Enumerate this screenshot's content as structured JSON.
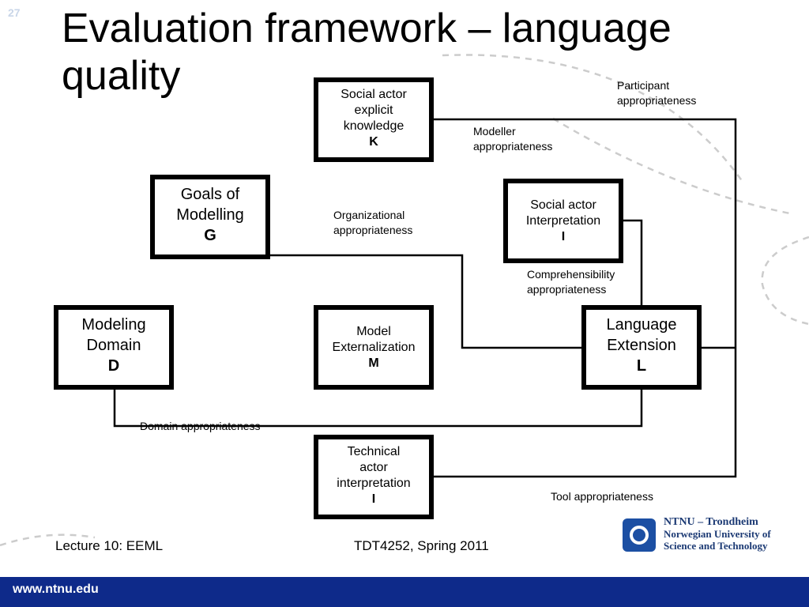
{
  "slide": {
    "number": "27",
    "title_line1": "Evaluation framework – language",
    "title_line2": "quality"
  },
  "boxes": {
    "social_actor_knowledge": {
      "line1": "Social actor",
      "line2": "explicit",
      "line3": "knowledge",
      "letter": "K"
    },
    "goals": {
      "line1": "Goals of",
      "line2": "Modelling",
      "letter": "G"
    },
    "social_actor_interpretation": {
      "line1": "Social actor",
      "line2": "Interpretation",
      "letter": "I"
    },
    "modeling_domain": {
      "line1": "Modeling",
      "line2": "Domain",
      "letter": "D"
    },
    "model_externalization": {
      "line1": "Model",
      "line2": "Externalization",
      "letter": "M"
    },
    "language_extension": {
      "line1": "Language",
      "line2": "Extension",
      "letter": "L"
    },
    "technical_actor": {
      "line1": "Technical",
      "line2": "actor",
      "line3": "interpretation",
      "letter": "I"
    }
  },
  "labels": {
    "participant_1": "Participant",
    "participant_2": "appropriateness",
    "modeller_1": "Modeller",
    "modeller_2": "appropriateness",
    "organizational_1": "Organizational",
    "organizational_2": "appropriateness",
    "comprehensibility_1": "Comprehensibility",
    "comprehensibility_2": "appropriateness",
    "domain": "Domain appropriateness",
    "tool": "Tool appropriateness"
  },
  "footer": {
    "lecture": "Lecture 10: EEML",
    "course": "TDT4252, Spring 2011",
    "url": "www.ntnu.edu"
  },
  "logo": {
    "line1": "NTNU – Trondheim",
    "line2": "Norwegian University of",
    "line3": "Science and Technology"
  },
  "colors": {
    "bottom_bar": "#0e2a8a",
    "logo_blue": "#1c4fa3",
    "decor_dash": "#c8c8c8"
  }
}
